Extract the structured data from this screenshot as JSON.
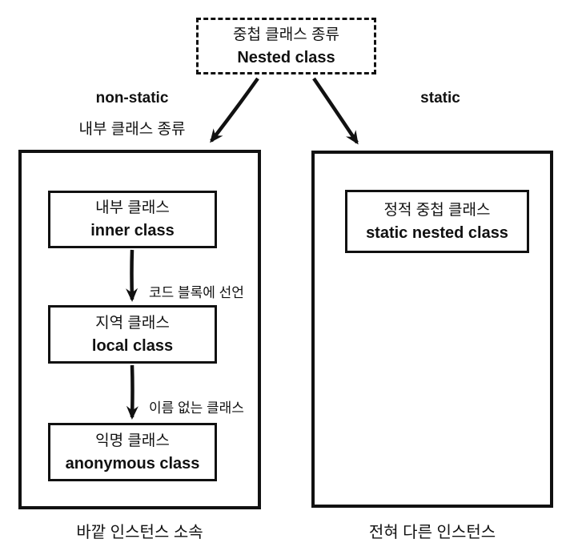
{
  "diagram": {
    "root_box": {
      "line1": "중첩 클래스 종류",
      "line2": "Nested class"
    },
    "branches": {
      "left_label": "non-static",
      "left_sublabel": "내부 클래스 종류",
      "right_label": "static"
    },
    "left_group": {
      "boxes": [
        {
          "line1": "내부 클래스",
          "line2": "inner class"
        },
        {
          "line1": "지역 클래스",
          "line2": "local class"
        },
        {
          "line1": "익명 클래스",
          "line2": "anonymous class"
        }
      ],
      "arrow_labels": [
        "코드 블록에 선언",
        "이름 없는 클래스"
      ],
      "caption": "바깥 인스턴스 소속"
    },
    "right_group": {
      "boxes": [
        {
          "line1": "정적 중첩 클래스",
          "line2": "static nested class"
        }
      ],
      "caption": "전혀 다른 인스턴스"
    },
    "colors": {
      "ink": "#111111",
      "background": "#ffffff"
    }
  }
}
